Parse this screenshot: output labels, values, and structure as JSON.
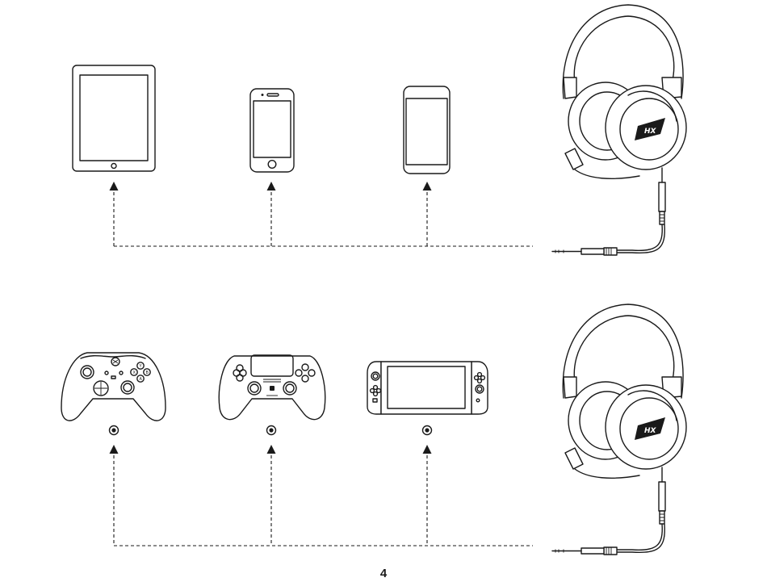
{
  "page": {
    "number": "4"
  },
  "logo": {
    "text": "HX"
  },
  "controller_buttons": {
    "y": "Y",
    "x": "X",
    "b": "B",
    "a": "A"
  },
  "colors": {
    "ink": "#1a1a1a",
    "background": "#ffffff"
  }
}
